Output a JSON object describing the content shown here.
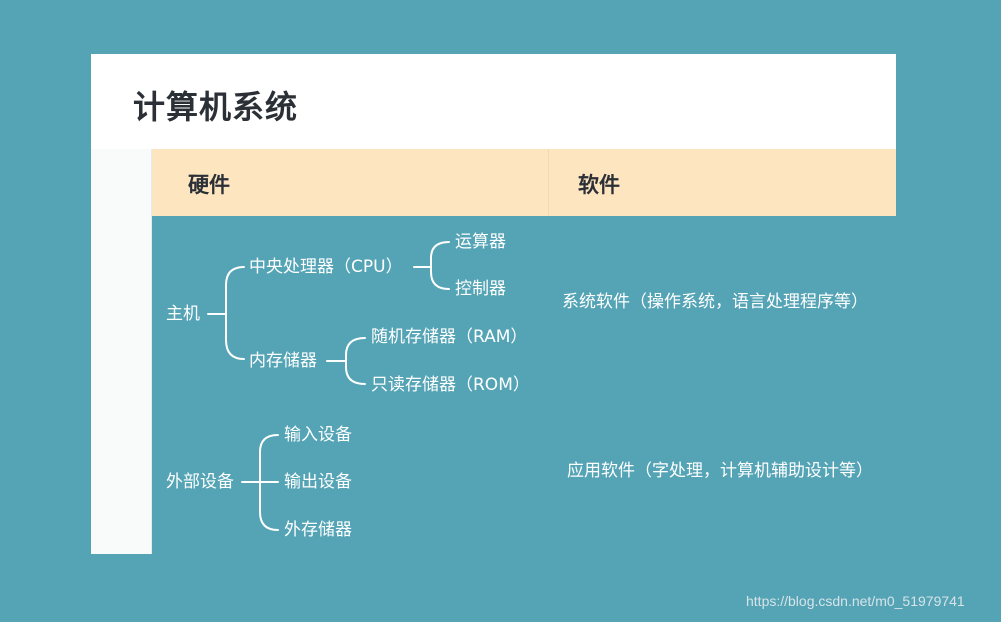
{
  "title": "计算机系统",
  "headers": {
    "hardware": "硬件",
    "software": "软件"
  },
  "hardware": {
    "host": "主机",
    "cpu": "中央处理器（CPU）",
    "alu": "运算器",
    "control": "控制器",
    "memory": "内存储器",
    "ram": "随机存储器（RAM）",
    "rom": "只读存储器（ROM）",
    "peripheral": "外部设备",
    "input": "输入设备",
    "output": "输出设备",
    "storage": "外存储器"
  },
  "software": {
    "system": "系统软件（操作系统，语言处理程序等）",
    "application": "应用软件（字处理，计算机辅助设计等）"
  },
  "watermark": "https://blog.csdn.net/m0_51979741"
}
